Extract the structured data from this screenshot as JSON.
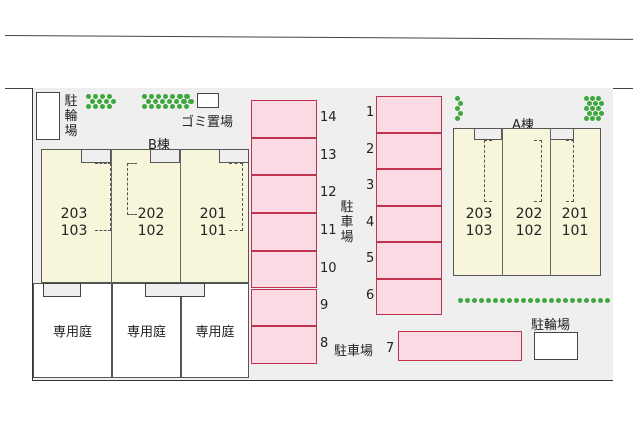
{
  "labels": {
    "bike_left": "駐輪場",
    "garbage": "ゴミ置場",
    "building_b": "B棟",
    "building_a": "A棟",
    "parking_vertical": "駐車場",
    "parking_bottom": "駐車場",
    "bike_right": "駐輪場",
    "private_garden": "専用庭"
  },
  "building_b_units": [
    {
      "upper": "203",
      "lower": "103"
    },
    {
      "upper": "202",
      "lower": "102"
    },
    {
      "upper": "201",
      "lower": "101"
    }
  ],
  "building_a_units": [
    {
      "upper": "203",
      "lower": "103"
    },
    {
      "upper": "202",
      "lower": "102"
    },
    {
      "upper": "201",
      "lower": "101"
    }
  ],
  "parking_col_left": [
    "14",
    "13",
    "12",
    "11",
    "10",
    "9",
    "8"
  ],
  "parking_col_right": [
    "1",
    "2",
    "3",
    "4",
    "5",
    "6"
  ],
  "parking_bottom_number": "7",
  "colors": {
    "parking_fill": "#fadbe3",
    "parking_border": "#c0334f",
    "building_fill": "#f7f5da",
    "hedge": "#3ea83e"
  }
}
